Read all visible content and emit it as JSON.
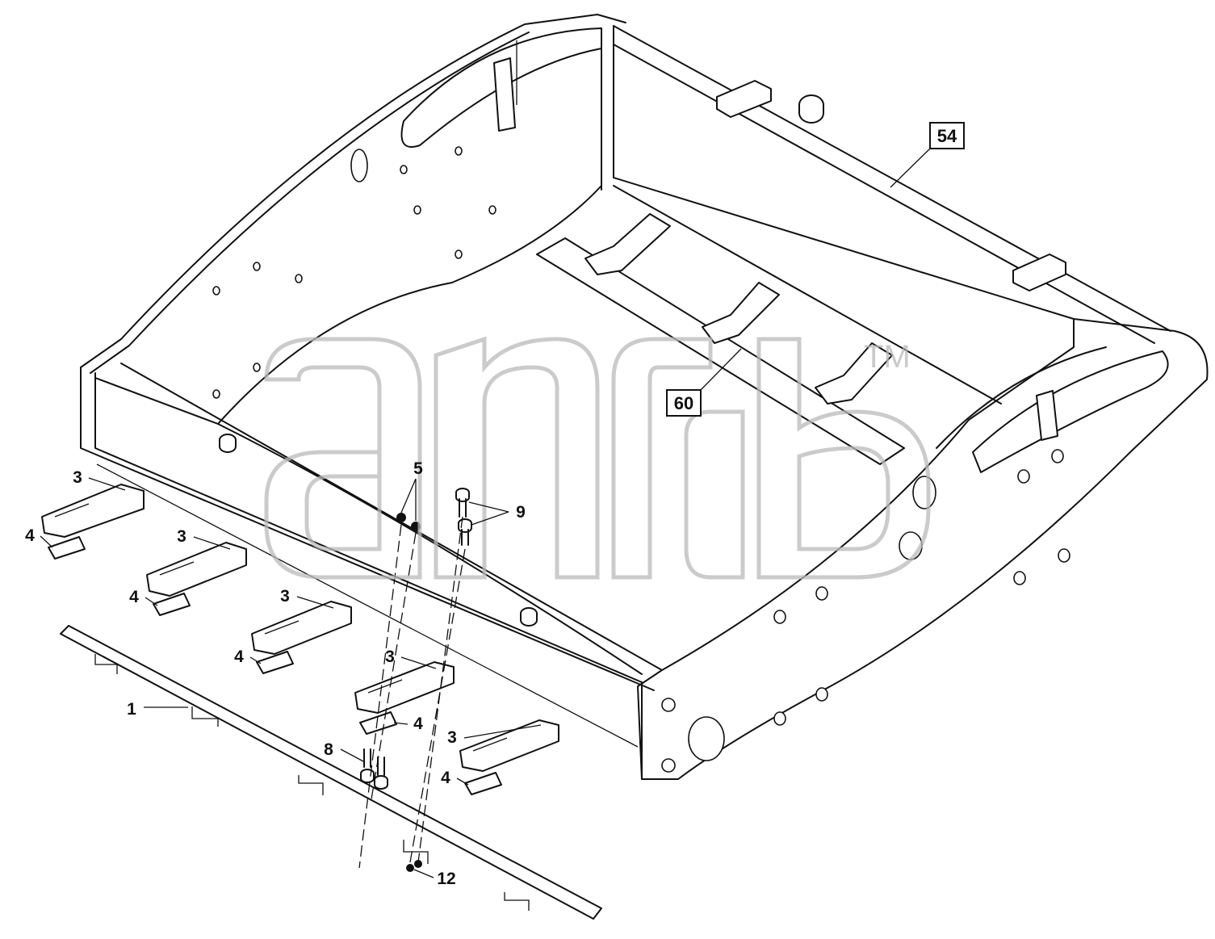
{
  "watermark": {
    "brand": "amb",
    "trademark": "TM"
  },
  "callouts": [
    {
      "id": "c54",
      "label": "54",
      "boxed": true
    },
    {
      "id": "c60",
      "label": "60",
      "boxed": true
    },
    {
      "id": "c1",
      "label": "1",
      "boxed": false
    },
    {
      "id": "c3a",
      "label": "3",
      "boxed": false
    },
    {
      "id": "c3b",
      "label": "3",
      "boxed": false
    },
    {
      "id": "c3c",
      "label": "3",
      "boxed": false
    },
    {
      "id": "c3d",
      "label": "3",
      "boxed": false
    },
    {
      "id": "c3e",
      "label": "3",
      "boxed": false
    },
    {
      "id": "c4a",
      "label": "4",
      "boxed": false
    },
    {
      "id": "c4b",
      "label": "4",
      "boxed": false
    },
    {
      "id": "c4c",
      "label": "4",
      "boxed": false
    },
    {
      "id": "c4d",
      "label": "4",
      "boxed": false
    },
    {
      "id": "c4e",
      "label": "4",
      "boxed": false
    },
    {
      "id": "c5",
      "label": "5",
      "boxed": false
    },
    {
      "id": "c8",
      "label": "8",
      "boxed": false
    },
    {
      "id": "c9",
      "label": "9",
      "boxed": false
    },
    {
      "id": "c12",
      "label": "12",
      "boxed": false
    }
  ]
}
